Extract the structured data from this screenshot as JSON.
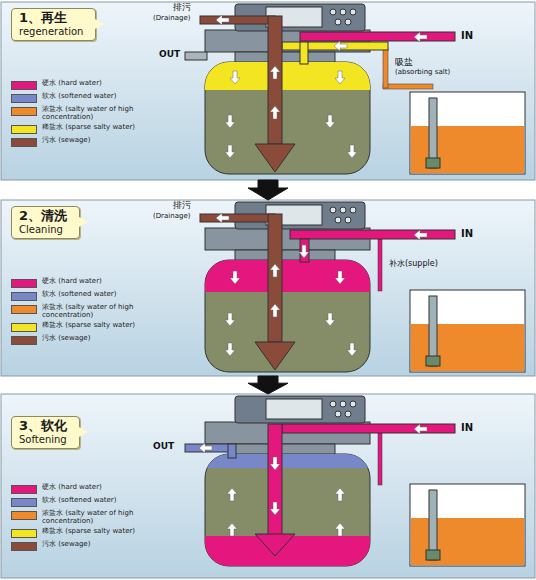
{
  "diagram": {
    "nodes": [
      {
        "text": [
          "1、再生",
          "regeneration"
        ]
      },
      {
        "text": [
          "2、清洗",
          "Cleaning"
        ]
      },
      {
        "text": [
          "3、软化",
          "Softening"
        ]
      }
    ],
    "edges": [
      {
        "from": 0,
        "to": 1,
        "arrow": "to"
      },
      {
        "from": 1,
        "to": 2,
        "arrow": "to"
      }
    ],
    "labels": [
      "排污",
      "(Drainage)",
      "IN",
      "OUT",
      "吸盐",
      "(absorbing salt)",
      "排污",
      "(Drainage)",
      "IN",
      "补水(supple)",
      "OUT",
      "IN"
    ],
    "legend": [
      {
        "text": "硬水 (hard water)",
        "color": "#e3177d"
      },
      {
        "text": "软水 (softened water)",
        "color": "#7887c8"
      },
      {
        "text": "浓盐水 (salty water of high concentration)",
        "color": "#ef8a2c"
      },
      {
        "text": "稀盐水 (sparse salty water)",
        "color": "#f4e522"
      },
      {
        "text": "污水 (sewage)",
        "color": "#8a4b3b"
      },
      {
        "text": "硬水 (hard water)",
        "color": "#e3177d"
      },
      {
        "text": "软水 (softened water)",
        "color": "#7887c8"
      },
      {
        "text": "浓盐水 (salty water of high concentration)",
        "color": "#ef8a2c"
      },
      {
        "text": "稀盐水 (sparse salty water)",
        "color": "#f4e522"
      },
      {
        "text": "污水 (sewage)",
        "color": "#8a4b3b"
      },
      {
        "text": "硬水 (hard water)",
        "color": "#e3177d"
      },
      {
        "text": "软水 (softened water)",
        "color": "#7887c8"
      },
      {
        "text": "浓盐水 (salty water of high concentration)",
        "color": "#ef8a2c"
      },
      {
        "text": "稀盐水 (sparse salty water)",
        "color": "#f4e522"
      },
      {
        "text": "污水 (sewage)",
        "color": "#8a4b3b"
      }
    ]
  }
}
